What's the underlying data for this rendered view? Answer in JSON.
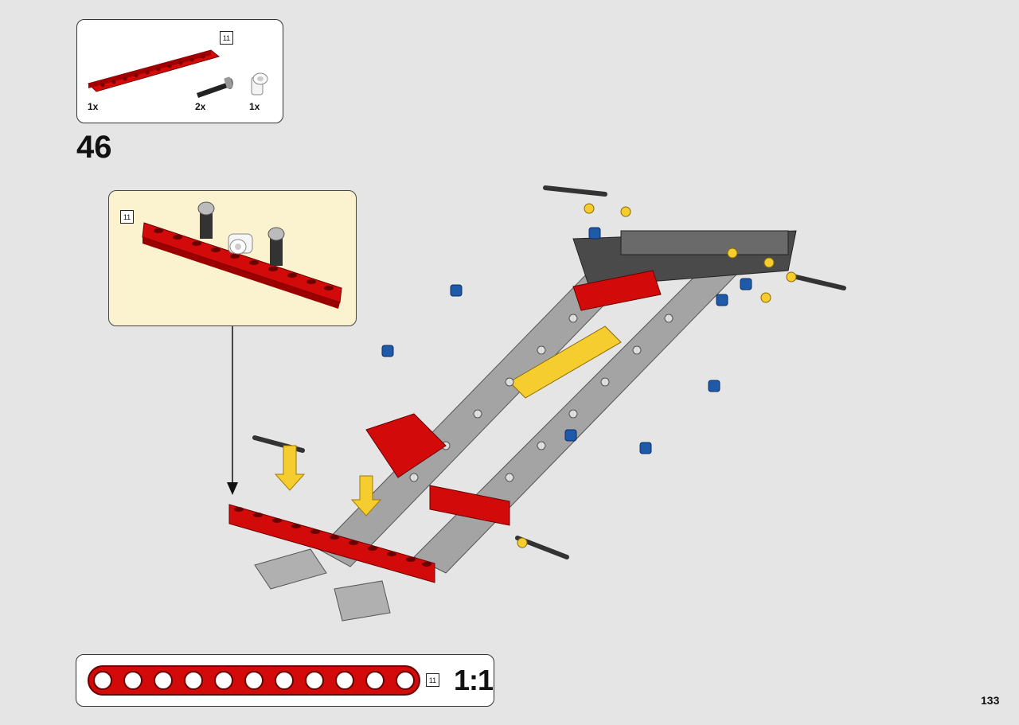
{
  "step": {
    "number": "46"
  },
  "page": {
    "number": "133"
  },
  "parts_list": [
    {
      "name": "beam-11",
      "color": "#d20a0a",
      "length_label": "11",
      "count": "1x"
    },
    {
      "name": "axle-pin-black",
      "color": "#222222",
      "count": "2x"
    },
    {
      "name": "angle-connector-white",
      "color": "#f4f4f4",
      "count": "1x"
    }
  ],
  "subassembly": {
    "length_label": "11"
  },
  "ruler": {
    "length_label": "11",
    "scale": "1:1",
    "holes": 11
  },
  "colors": {
    "background": "#e5e5e5",
    "beam_red": "#d20a0a",
    "gray": "#a4a4a4",
    "dark_gray": "#4a4a4a",
    "blue": "#1e5aa8",
    "yellow": "#f5cd2f",
    "callout_bg": "#fbf3cf"
  }
}
